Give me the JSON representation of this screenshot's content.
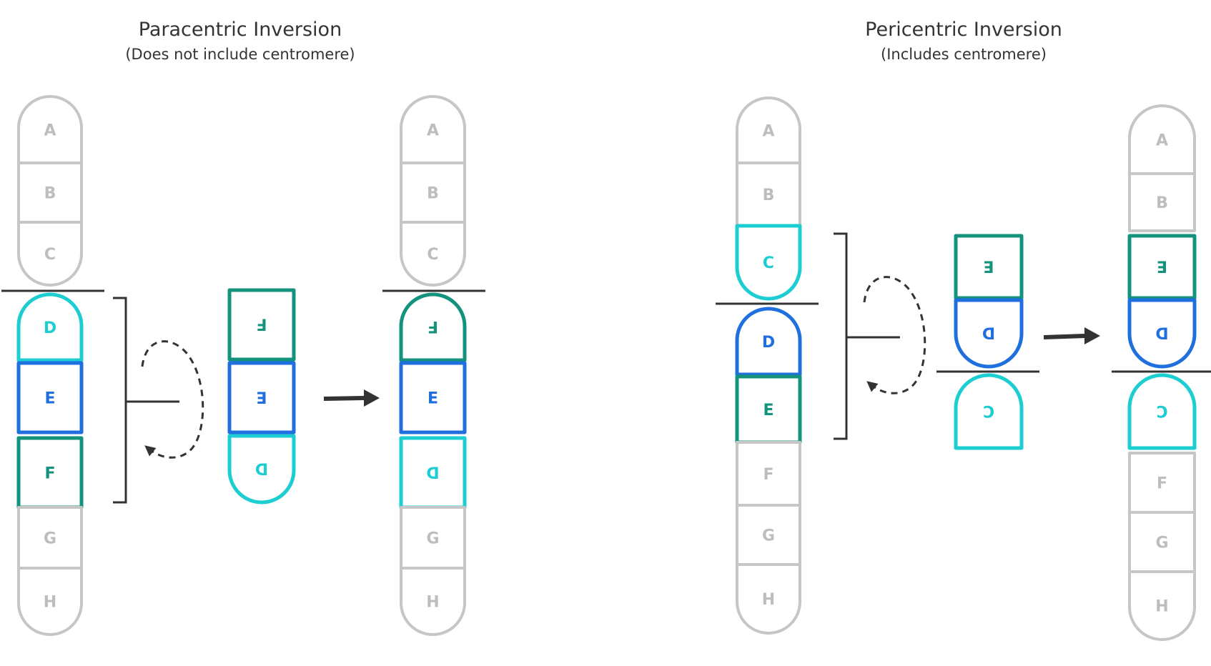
{
  "colors": {
    "gray": "#c6c6c6",
    "gray_text": "#bdbdbd",
    "cyan": "#1ccdd2",
    "blue": "#1f6fde",
    "teal": "#13937e",
    "dark": "#333333"
  },
  "paracentric": {
    "title": "Paracentric Inversion",
    "subtitle": "(Does not include centromere)",
    "original": [
      "A",
      "B",
      "C",
      "D",
      "E",
      "F",
      "G",
      "H"
    ],
    "inverted_segment": [
      "F",
      "E",
      "D"
    ],
    "result": [
      "A",
      "B",
      "C",
      "F",
      "E",
      "D",
      "G",
      "H"
    ]
  },
  "pericentric": {
    "title": "Pericentric Inversion",
    "subtitle": "(Includes centromere)",
    "original": [
      "A",
      "B",
      "C",
      "D",
      "E",
      "F",
      "G",
      "H"
    ],
    "inverted_segment": [
      "E",
      "D",
      "C"
    ],
    "result": [
      "A",
      "B",
      "E",
      "D",
      "C",
      "F",
      "G",
      "H"
    ]
  }
}
